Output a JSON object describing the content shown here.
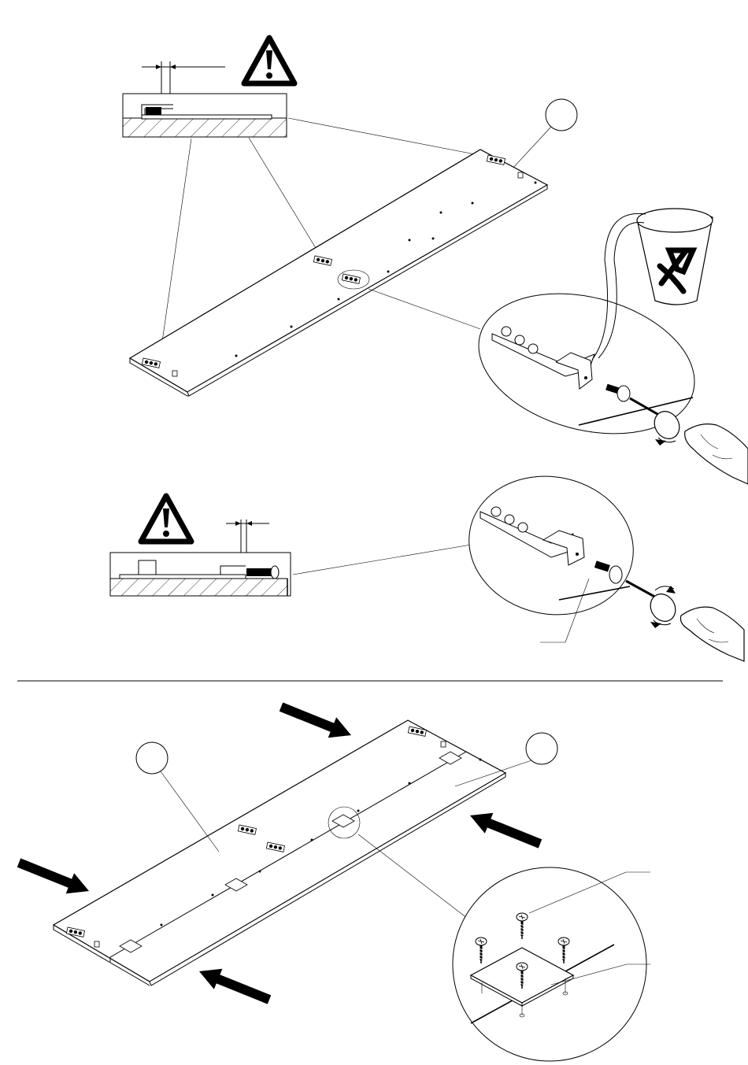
{
  "diagram": {
    "step_a": {
      "warning_icon": "warning-triangle-icon",
      "part_callout_label": "",
      "detail_callout": "hinge-bracket-closeup",
      "discard_icon": "discard-cup-icon",
      "tool_icon": "screwdriver-icon"
    },
    "step_b": {
      "warning_icon": "warning-triangle-icon",
      "detail_callout": "hinge-bracket-closeup",
      "tool_icon": "screwdriver-icon"
    },
    "step_c": {
      "part_callout_left_label": "",
      "part_callout_right_label": "",
      "push_arrow_icon": "push-arrow-icon",
      "detail_callout": "connector-plate-with-screws-closeup"
    }
  }
}
